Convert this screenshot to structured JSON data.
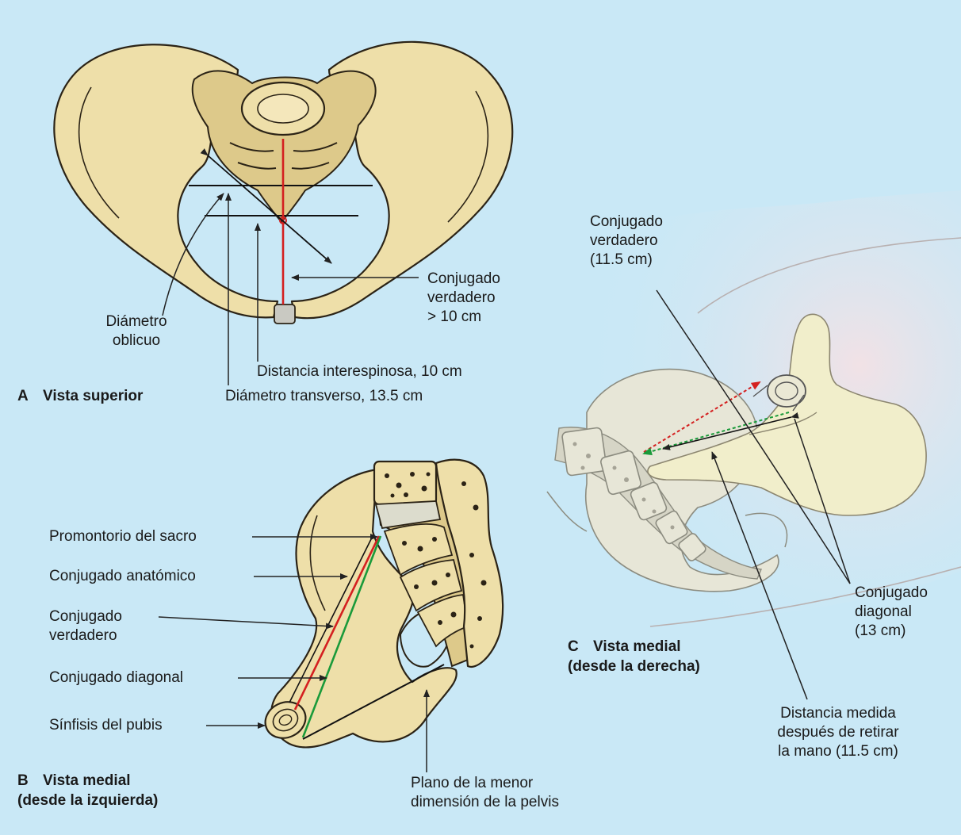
{
  "panel_a": {
    "caption_letter": "A",
    "caption_title": "Vista superior",
    "labels": {
      "oblique": [
        "Diámetro",
        "oblicuo"
      ],
      "true_conjugate": [
        "Conjugado",
        "verdadero",
        "> 10 cm"
      ],
      "interspinous": "Distancia interespinosa, 10 cm",
      "transverse": "Diámetro transverso, 13.5 cm"
    }
  },
  "panel_b": {
    "caption_letter": "B",
    "caption_title": [
      "Vista medial",
      "(desde la izquierda)"
    ],
    "labels": {
      "sacral_promontory": "Promontorio del sacro",
      "anatomic_conjugate": "Conjugado anatómico",
      "true_conjugate": [
        "Conjugado",
        "verdadero"
      ],
      "diagonal_conjugate": "Conjugado diagonal",
      "pubic_symphysis": "Sínfisis del pubis",
      "least_plane": [
        "Plano de la menor",
        "dimensión de la pelvis"
      ]
    }
  },
  "panel_c": {
    "caption_letter": "C",
    "caption_title": [
      "Vista medial",
      "(desde la derecha)"
    ],
    "labels": {
      "true_conjugate": [
        "Conjugado",
        "verdadero",
        "(11.5 cm)"
      ],
      "diagonal_conjugate": [
        "Conjugado",
        "diagonal",
        "(13 cm)"
      ],
      "distance_measured": [
        "Distancia medida",
        "después de retirar",
        "la mano (11.5 cm)"
      ]
    }
  },
  "colors": {
    "background": "#c9e8f6",
    "bone": "#eedfa9",
    "true_conjugate_line": "#d42020",
    "diagonal_conjugate_line": "#1a9a3a"
  }
}
